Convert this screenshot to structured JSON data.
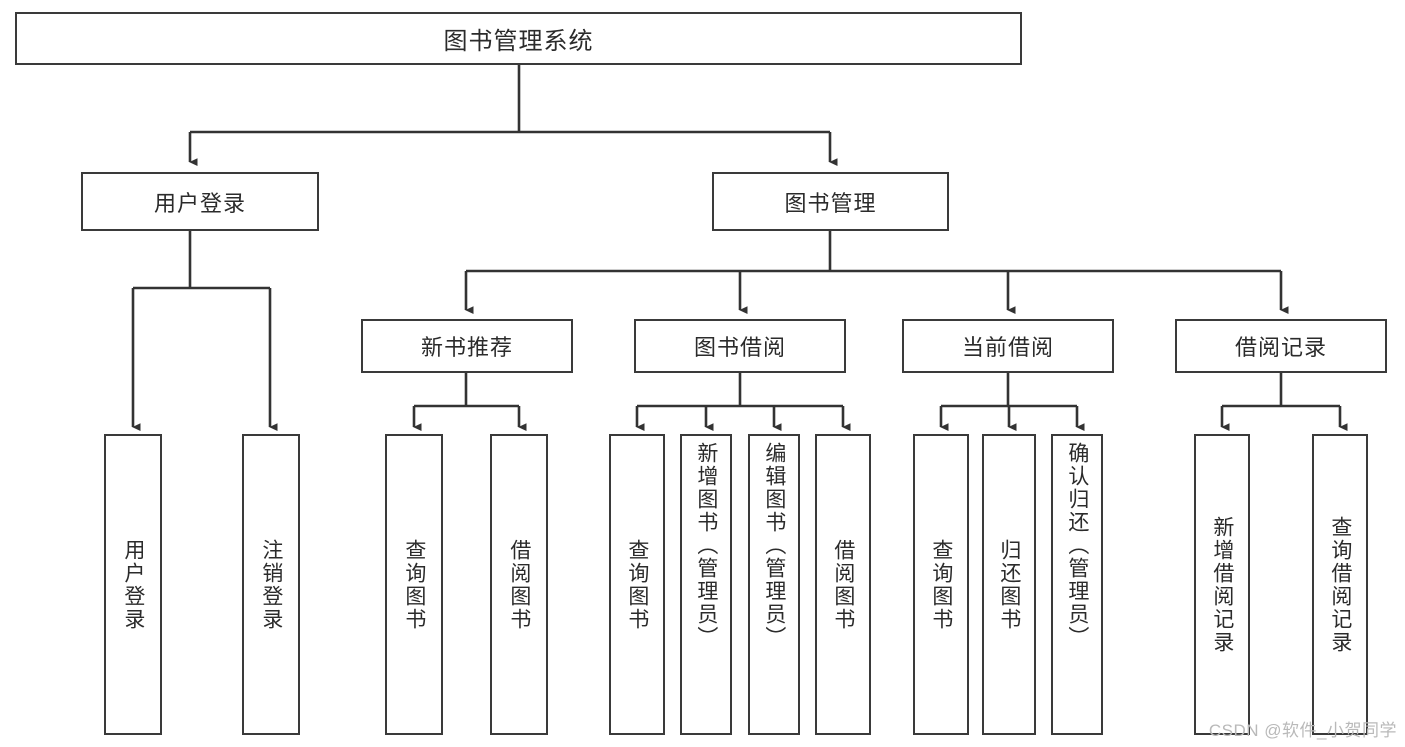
{
  "diagram": {
    "title": "图书管理系统",
    "type": "tree",
    "root": {
      "id": "root",
      "label": "图书管理系统"
    },
    "level1": [
      {
        "id": "user-login",
        "label": "用户登录"
      },
      {
        "id": "book-manage",
        "label": "图书管理"
      }
    ],
    "level2": [
      {
        "id": "new-book-rec",
        "label": "新书推荐",
        "parent": "book-manage"
      },
      {
        "id": "book-borrow",
        "label": "图书借阅",
        "parent": "book-manage"
      },
      {
        "id": "current-borrow",
        "label": "当前借阅",
        "parent": "book-manage"
      },
      {
        "id": "borrow-record",
        "label": "借阅记录",
        "parent": "book-manage"
      }
    ],
    "leaves": [
      {
        "id": "leaf-user-login",
        "label": "用户登录",
        "parent": "user-login"
      },
      {
        "id": "leaf-logout-login",
        "label": "注销登录",
        "parent": "user-login"
      },
      {
        "id": "leaf-query-book-1",
        "label": "查询图书",
        "parent": "new-book-rec"
      },
      {
        "id": "leaf-borrow-book-1",
        "label": "借阅图书",
        "parent": "new-book-rec"
      },
      {
        "id": "leaf-query-book-2",
        "label": "查询图书",
        "parent": "book-borrow"
      },
      {
        "id": "leaf-add-book",
        "label": "新增图书（管理员）",
        "parent": "book-borrow"
      },
      {
        "id": "leaf-edit-book",
        "label": "编辑图书（管理员）",
        "parent": "book-borrow"
      },
      {
        "id": "leaf-borrow-book-2",
        "label": "借阅图书",
        "parent": "book-borrow"
      },
      {
        "id": "leaf-query-book-3",
        "label": "查询图书",
        "parent": "current-borrow"
      },
      {
        "id": "leaf-return-book",
        "label": "归还图书",
        "parent": "current-borrow"
      },
      {
        "id": "leaf-confirm-return",
        "label": "确认归还（管理员）",
        "parent": "current-borrow"
      },
      {
        "id": "leaf-add-record",
        "label": "新增借阅记录",
        "parent": "borrow-record"
      },
      {
        "id": "leaf-query-record",
        "label": "查询借阅记录",
        "parent": "borrow-record"
      }
    ],
    "colors": {
      "border": "#3a3a3a",
      "text": "#2b2b2b",
      "background": "#ffffff",
      "connector": "#333333",
      "watermark": "#b9b9b9"
    }
  },
  "watermark": {
    "text": "CSDN @软件_小贺同学"
  }
}
